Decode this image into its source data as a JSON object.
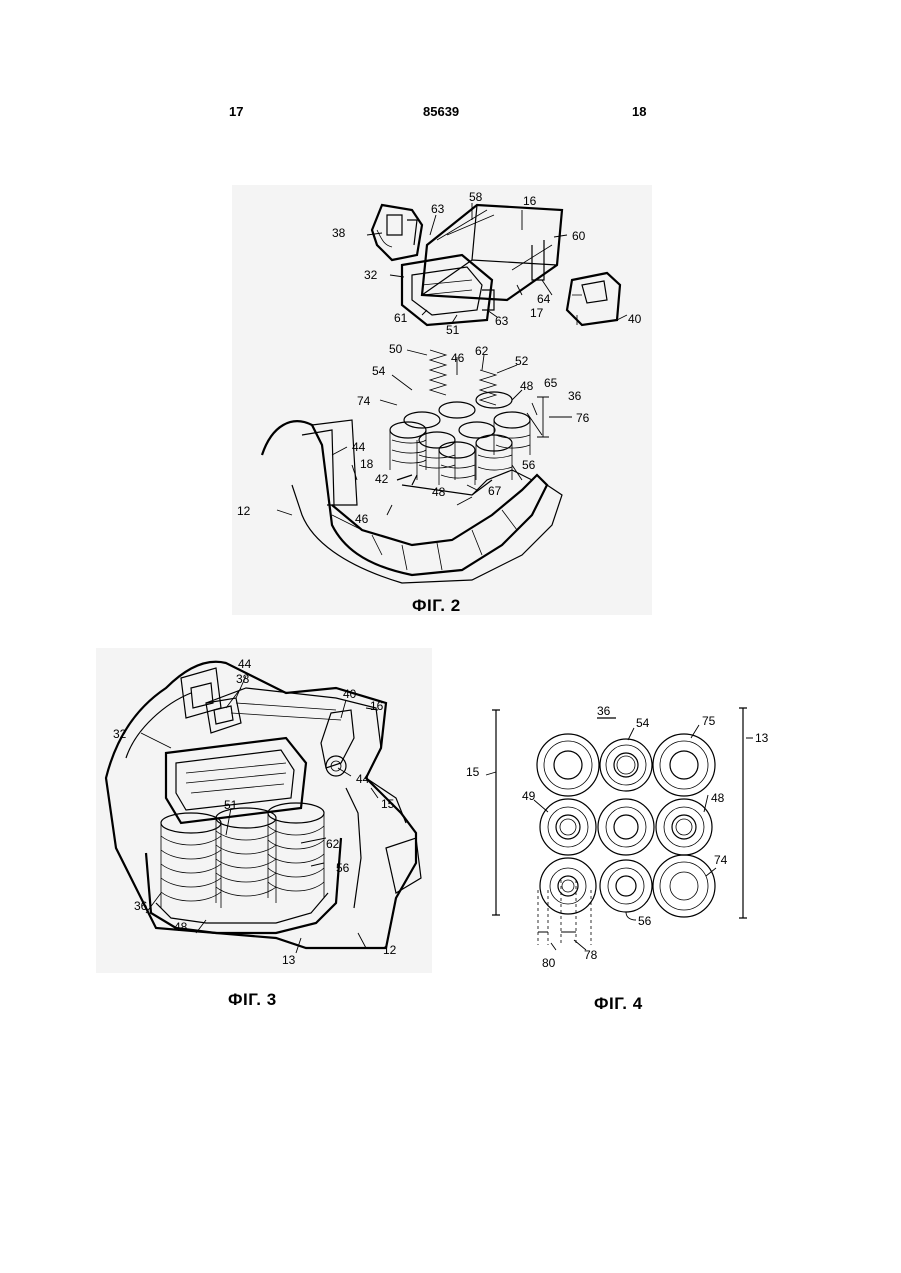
{
  "header": {
    "left_page": "17",
    "patent_number": "85639",
    "right_page": "18"
  },
  "fig2": {
    "caption": "ФІГ. 2",
    "labels": {
      "l16": "16",
      "l58": "58",
      "l63a": "63",
      "l38": "38",
      "l60": "60",
      "l32": "32",
      "l64": "64",
      "l61": "61",
      "l51": "51",
      "l63b": "63",
      "l17": "17",
      "l40": "40",
      "l50": "50",
      "l46a": "46",
      "l62": "62",
      "l52": "52",
      "l54": "54",
      "l48a": "48",
      "l65": "65",
      "l36": "36",
      "l74": "74",
      "l76": "76",
      "l44": "44",
      "l56": "56",
      "l18": "18",
      "l48b": "48",
      "l67": "67",
      "l42": "42",
      "l12": "12",
      "l46b": "46"
    }
  },
  "fig3": {
    "caption": "ФІГ. 3",
    "labels": {
      "l44a": "44",
      "l38": "38",
      "l40": "40",
      "l16": "16",
      "l32": "32",
      "l44b": "44",
      "l15": "15",
      "l51": "51",
      "l62": "62",
      "l56": "56",
      "l36": "36",
      "l48": "48",
      "l13": "13",
      "l12": "12"
    }
  },
  "fig4": {
    "caption": "ФІГ. 4",
    "labels": {
      "l36": "36",
      "l54": "54",
      "l75": "75",
      "l13": "13",
      "l15": "15",
      "l49": "49",
      "l48": "48",
      "l74": "74",
      "l56": "56",
      "l80": "80",
      "l78": "78"
    }
  }
}
